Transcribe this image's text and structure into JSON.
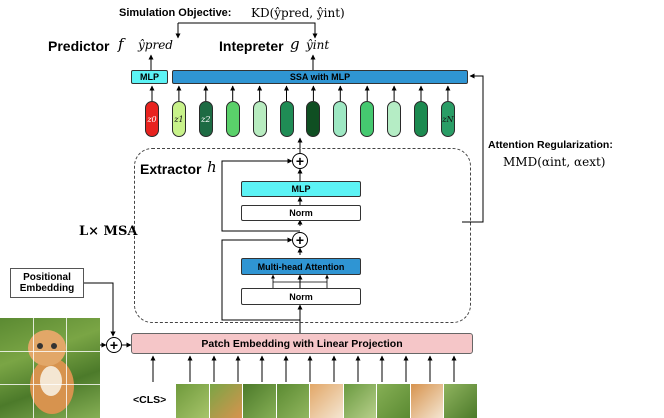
{
  "colors": {
    "ssa_blue": "#2f95d3",
    "mlp_cyan": "#5cf3f5",
    "patch_pink": "#f5c6c8",
    "mha_blue": "#2f95d3",
    "token_colors": [
      "#e8231f",
      "#c8f28a",
      "#1d6b43",
      "#5ad16a",
      "#b8ecc0",
      "#1f8c55",
      "#0f4f22",
      "#9ee8c3",
      "#45c970",
      "#b5edc5",
      "#1c8a50",
      "#2a9d66"
    ]
  },
  "header": {
    "objective_label": "Simulation Objective:",
    "objective_formula": "KD(ŷpred, ŷint)",
    "predictor_label": "Predictor",
    "predictor_symbol": "f",
    "interpreter_label": "Intepreter",
    "interpreter_symbol": "g",
    "y_pred": "ŷpred",
    "y_int": "ŷint"
  },
  "heads": {
    "mlp_label": "MLP",
    "ssa_label": "SSA with MLP"
  },
  "tokens": {
    "first_label": "z0",
    "second_label": "z1",
    "third_label": "z2",
    "last_label": "zN"
  },
  "extractor": {
    "title": "Extractor",
    "symbol": "h",
    "mlp_label": "MLP",
    "norm_top_label": "Norm",
    "mha_label": "Multi-head Attention",
    "norm_bottom_label": "Norm",
    "repeat_label": "L× MSA"
  },
  "regularization": {
    "label": "Attention Regularization:",
    "formula": "MMD(αint, αext)"
  },
  "embedding": {
    "positional_label": "Positional Embedding",
    "patch_label": "Patch Embedding with Linear Projection",
    "cls_label": "<CLS>"
  }
}
